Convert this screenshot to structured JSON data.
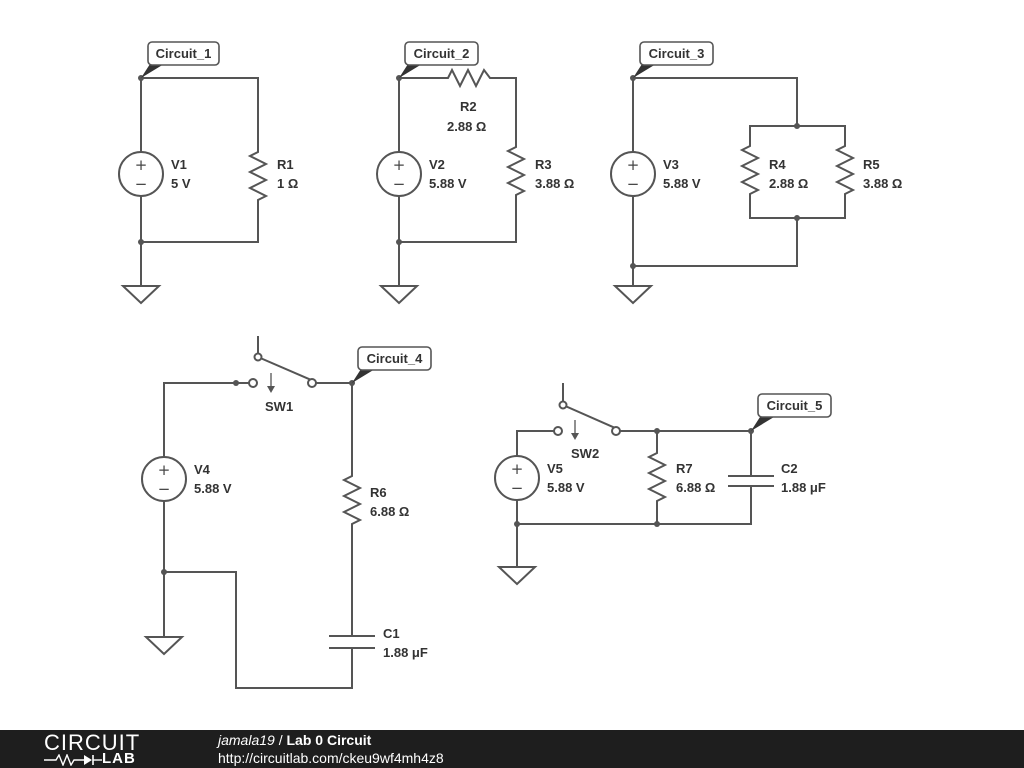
{
  "circuits": [
    {
      "tag": "Circuit_1"
    },
    {
      "tag": "Circuit_2"
    },
    {
      "tag": "Circuit_3"
    },
    {
      "tag": "Circuit_4"
    },
    {
      "tag": "Circuit_5"
    }
  ],
  "components": {
    "V1": {
      "name": "V1",
      "value": "5 V"
    },
    "R1": {
      "name": "R1",
      "value": "1 Ω"
    },
    "V2": {
      "name": "V2",
      "value": "5.88 V"
    },
    "R2": {
      "name": "R2",
      "value": "2.88 Ω"
    },
    "R3": {
      "name": "R3",
      "value": "3.88 Ω"
    },
    "V3": {
      "name": "V3",
      "value": "5.88 V"
    },
    "R4": {
      "name": "R4",
      "value": "2.88 Ω"
    },
    "R5": {
      "name": "R5",
      "value": "3.88 Ω"
    },
    "V4": {
      "name": "V4",
      "value": "5.88 V"
    },
    "SW1": {
      "name": "SW1"
    },
    "R6": {
      "name": "R6",
      "value": "6.88 Ω"
    },
    "C1": {
      "name": "C1",
      "value": "1.88 μF"
    },
    "V5": {
      "name": "V5",
      "value": "5.88 V"
    },
    "SW2": {
      "name": "SW2"
    },
    "R7": {
      "name": "R7",
      "value": "6.88 Ω"
    },
    "C2": {
      "name": "C2",
      "value": "1.88 μF"
    }
  },
  "footer": {
    "logo_top": "CIRCUIT",
    "logo_bottom": "LAB",
    "user": "jamala19",
    "separator": " / ",
    "title": "Lab 0 Circuit",
    "url": "http://circuitlab.com/ckeu9wf4mh4z8"
  }
}
